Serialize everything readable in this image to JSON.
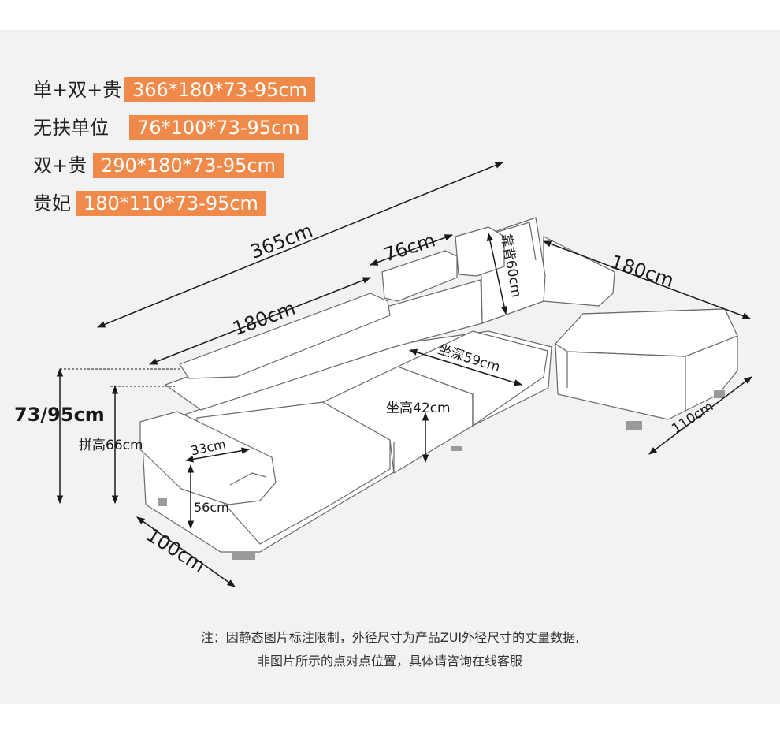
{
  "variants": [
    {
      "name": "单+双+贵",
      "dims": "366*180*73-95cm"
    },
    {
      "name": "无扶单位",
      "dims": "76*100*73-95cm"
    },
    {
      "name": "双+贵",
      "dims": "290*180*73-95cm"
    },
    {
      "name": "贵妃",
      "dims": "180*110*73-95cm"
    }
  ],
  "dimensions": {
    "total_length": "365cm",
    "section_length": "180cm",
    "headrest_width": "76cm",
    "chaise_length": "180cm",
    "backrest_height": "靠背60cm",
    "seat_depth": "坐深59cm",
    "seat_height": "坐高42cm",
    "overall_height": "73/95cm",
    "arm_height": "拼高66cm",
    "arm_width": "33cm",
    "arm_side_height": "56cm",
    "depth": "100cm",
    "chaise_width": "110cm"
  },
  "note": {
    "line1": "注：因静态图片标注限制，外径尺寸为产品ZUI外径尺寸的丈量数据,",
    "line2": "非图片所示的点对点位置，具体请咨询在线客服"
  },
  "colors": {
    "accent": "#f08a4b",
    "background_panel": "#f2f2f2",
    "line": "#1a1a1a"
  }
}
